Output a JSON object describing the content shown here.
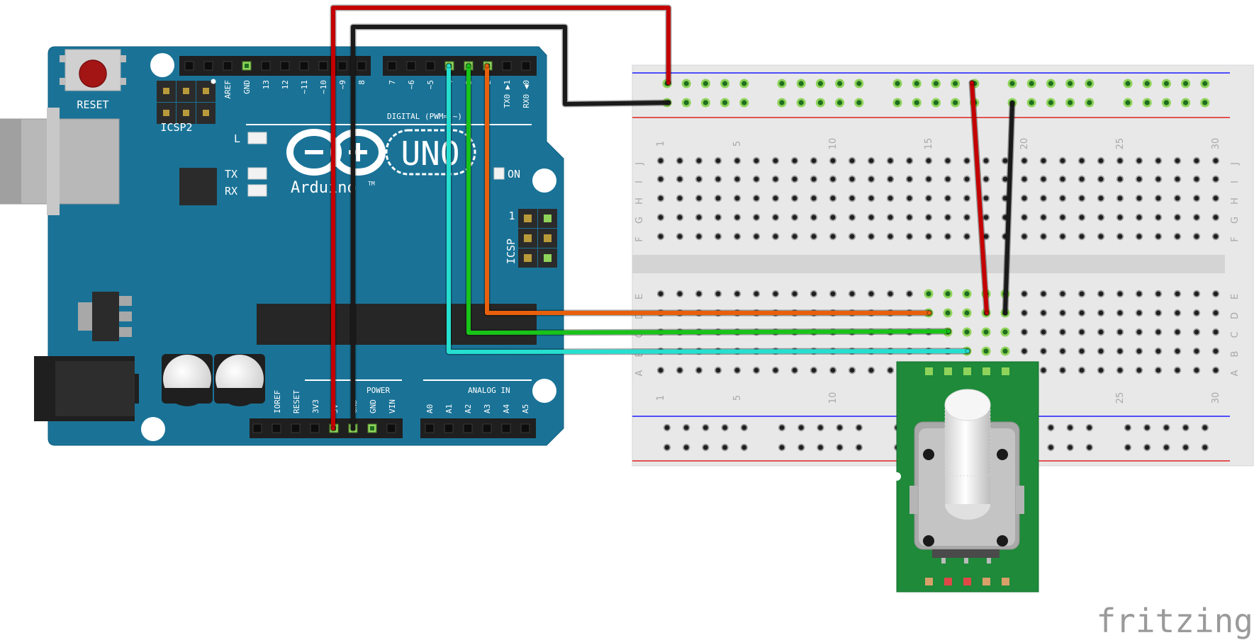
{
  "board": {
    "reset_label": "RESET",
    "icsp2_label": "ICSP2",
    "icsp_label": "ICSP",
    "icsp_pin1": "1",
    "led_l": "L",
    "led_tx": "TX",
    "led_rx": "RX",
    "led_on": "ON",
    "uno_label": "UNO",
    "brand_label": "Arduino",
    "trademark": "TM",
    "digital_header_label": "DIGITAL (PWM= ~)",
    "power_header_label": "POWER",
    "analog_header_label": "ANALOG IN",
    "digital_pins_left": [
      "AREF",
      "GND",
      "13",
      "12",
      "~11",
      "~10",
      "~9",
      "8"
    ],
    "digital_pins_right": [
      "7",
      "~6",
      "~5",
      "4",
      "~3",
      "2",
      "TX0 ▶1",
      "RX0 ◀0"
    ],
    "power_pins": [
      "IOREF",
      "RESET",
      "3V3",
      "5V",
      "GND",
      "GND",
      "VIN"
    ],
    "analog_pins": [
      "A0",
      "A1",
      "A2",
      "A3",
      "A4",
      "A5"
    ]
  },
  "breadboard": {
    "row_labels": [
      "J",
      "I",
      "H",
      "G",
      "F",
      "E",
      "D",
      "C",
      "B",
      "A"
    ],
    "column_numbers": [
      "1",
      "5",
      "10",
      "15",
      "20",
      "25",
      "30"
    ]
  },
  "wires": [
    {
      "name": "power-5v",
      "color": "#c40000"
    },
    {
      "name": "ground",
      "color": "#1a1a1a"
    },
    {
      "name": "signal-a3-orange",
      "color": "#e8600c"
    },
    {
      "name": "signal-a2-green",
      "color": "#18c418"
    },
    {
      "name": "signal-a1-cyan",
      "color": "#25e0d0"
    },
    {
      "name": "encoder-vcc",
      "color": "#c40000"
    },
    {
      "name": "encoder-gnd",
      "color": "#1a1a1a"
    }
  ],
  "colors": {
    "board": "#1a7397",
    "pcb": "#1e8a3a",
    "breadboard": "#e6e6e6",
    "highlight": "#8fd35a"
  },
  "watermark": "fritzing"
}
